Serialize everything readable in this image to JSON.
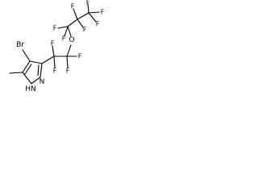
{
  "molecule": {
    "atoms": {
      "br": "Br",
      "nh": "HN",
      "n": "N",
      "o": "O",
      "f": "F"
    }
  }
}
